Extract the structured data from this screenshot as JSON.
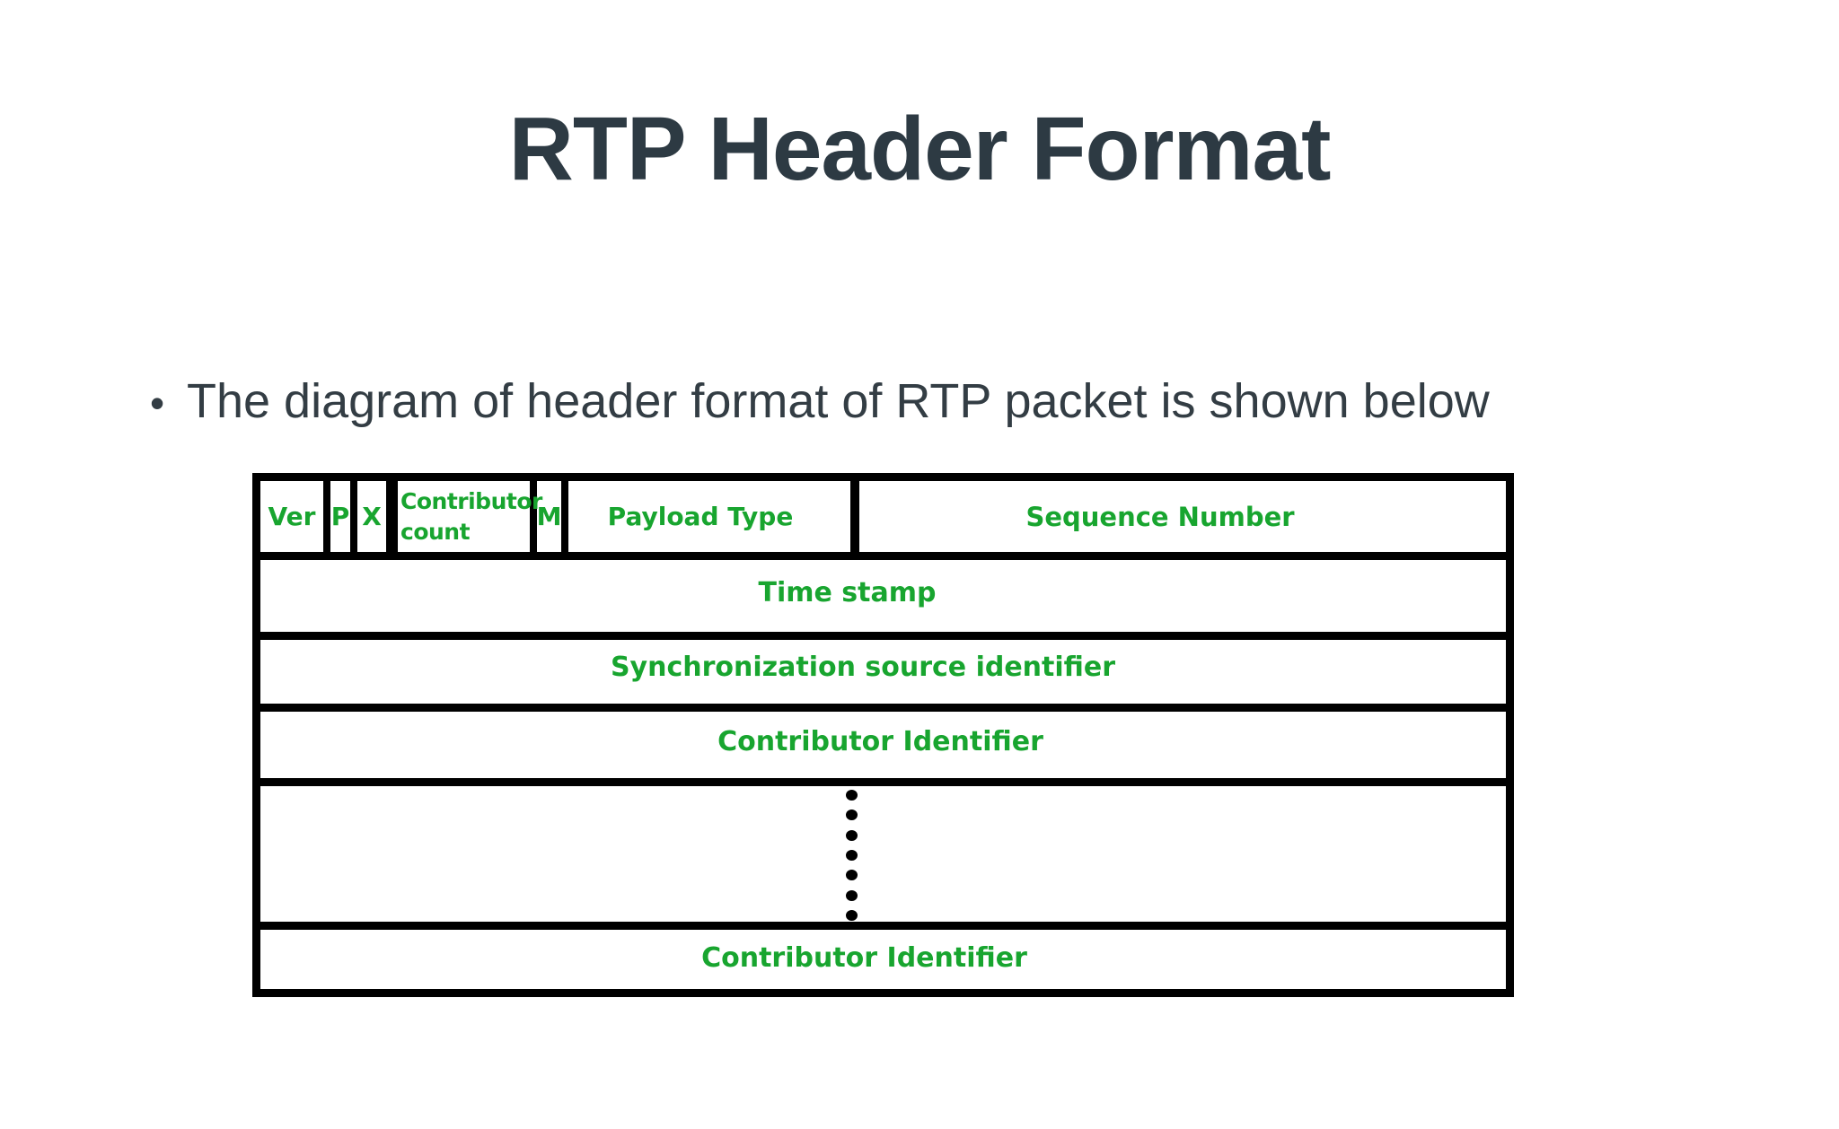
{
  "slide": {
    "title": "RTP Header Format",
    "bullet_marker": "•",
    "bullet_text": "The diagram of header format of RTP packet is shown below"
  },
  "colors": {
    "background": "#ffffff",
    "title_text": "#2d3a43",
    "body_text": "#333d44",
    "diagram_label_green": "#18a52f",
    "diagram_border": "#000000"
  },
  "diagram": {
    "type": "rtp-header-format-table",
    "header_cells": [
      {
        "label": "Ver"
      },
      {
        "label": "P"
      },
      {
        "label": "X"
      },
      {
        "label": "Contributor count"
      },
      {
        "label": "M"
      },
      {
        "label": "Payload Type"
      },
      {
        "label": "Sequence Number"
      }
    ],
    "rows": {
      "time_stamp": "Time stamp",
      "sync_source": "Synchronization source identifier",
      "contributor_1": "Contributor Identifier",
      "contributor_2": "Contributor Identifier"
    },
    "ellipsis_dot_count": 7
  }
}
